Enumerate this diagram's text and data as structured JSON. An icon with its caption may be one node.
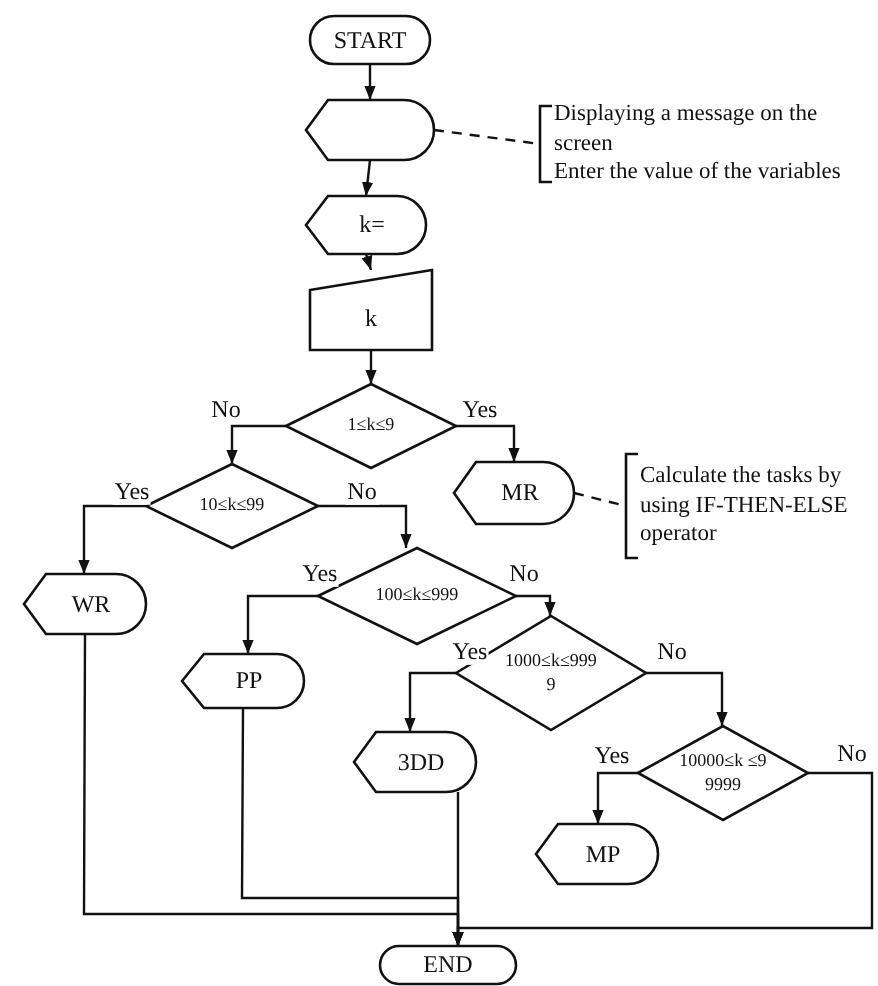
{
  "diagram": {
    "nodes": [
      {
        "text": [
          "START"
        ]
      },
      {
        "text": [],
        "shape": "display"
      },
      {
        "text": [
          "k="
        ]
      },
      {
        "text": [
          "k"
        ]
      },
      {
        "text": [
          "1≤k≤9"
        ]
      },
      {
        "text": [
          "MR"
        ]
      },
      {
        "text": [
          "10≤k≤99"
        ]
      },
      {
        "text": [
          "WR"
        ]
      },
      {
        "text": [
          "100≤k≤999"
        ]
      },
      {
        "text": [
          "PP"
        ]
      },
      {
        "text": [
          "1000≤k≤9999"
        ]
      },
      {
        "text": [
          "3DD"
        ]
      },
      {
        "text": [
          "10000≤k ≤99999"
        ]
      },
      {
        "text": [
          "MP"
        ]
      },
      {
        "text": [
          "END"
        ]
      },
      {
        "text": [
          "Displaying a message on the screen",
          "Enter the value of the variables"
        ]
      },
      {
        "text": [
          "Calculate the tasks by using IF-THEN-ELSE operator"
        ]
      }
    ],
    "edges": [
      {
        "from": 0,
        "to": 1,
        "arrow": "to"
      },
      {
        "from": 1,
        "to": 2,
        "arrow": "to"
      },
      {
        "from": 2,
        "to": 3,
        "arrow": "to"
      },
      {
        "from": 3,
        "to": 4,
        "arrow": "to"
      },
      {
        "from": 4,
        "to": 6,
        "arrow": "to",
        "label": "No"
      },
      {
        "from": 4,
        "to": 5,
        "arrow": "to",
        "label": "Yes"
      },
      {
        "from": 6,
        "to": 7,
        "arrow": "to",
        "label": "Yes"
      },
      {
        "from": 6,
        "to": 8,
        "arrow": "to",
        "label": "No"
      },
      {
        "from": 8,
        "to": 9,
        "arrow": "to",
        "label": "Yes"
      },
      {
        "from": 8,
        "to": 10,
        "arrow": "to",
        "label": "No"
      },
      {
        "from": 10,
        "to": 11,
        "arrow": "to",
        "label": "Yes"
      },
      {
        "from": 10,
        "to": 12,
        "arrow": "to",
        "label": "No"
      },
      {
        "from": 12,
        "to": 13,
        "arrow": "to",
        "label": "Yes"
      },
      {
        "from": 12,
        "to": 14,
        "arrow": "to",
        "label": "No"
      },
      {
        "from": 7,
        "to": 14,
        "arrow": "to"
      },
      {
        "from": 9,
        "to": 14,
        "arrow": "to"
      },
      {
        "from": 11,
        "to": 14,
        "arrow": "to"
      },
      {
        "from": 1,
        "to": 15,
        "arrow": "none",
        "style": "dashed"
      },
      {
        "from": 5,
        "to": 16,
        "arrow": "none",
        "style": "dashed"
      }
    ]
  }
}
